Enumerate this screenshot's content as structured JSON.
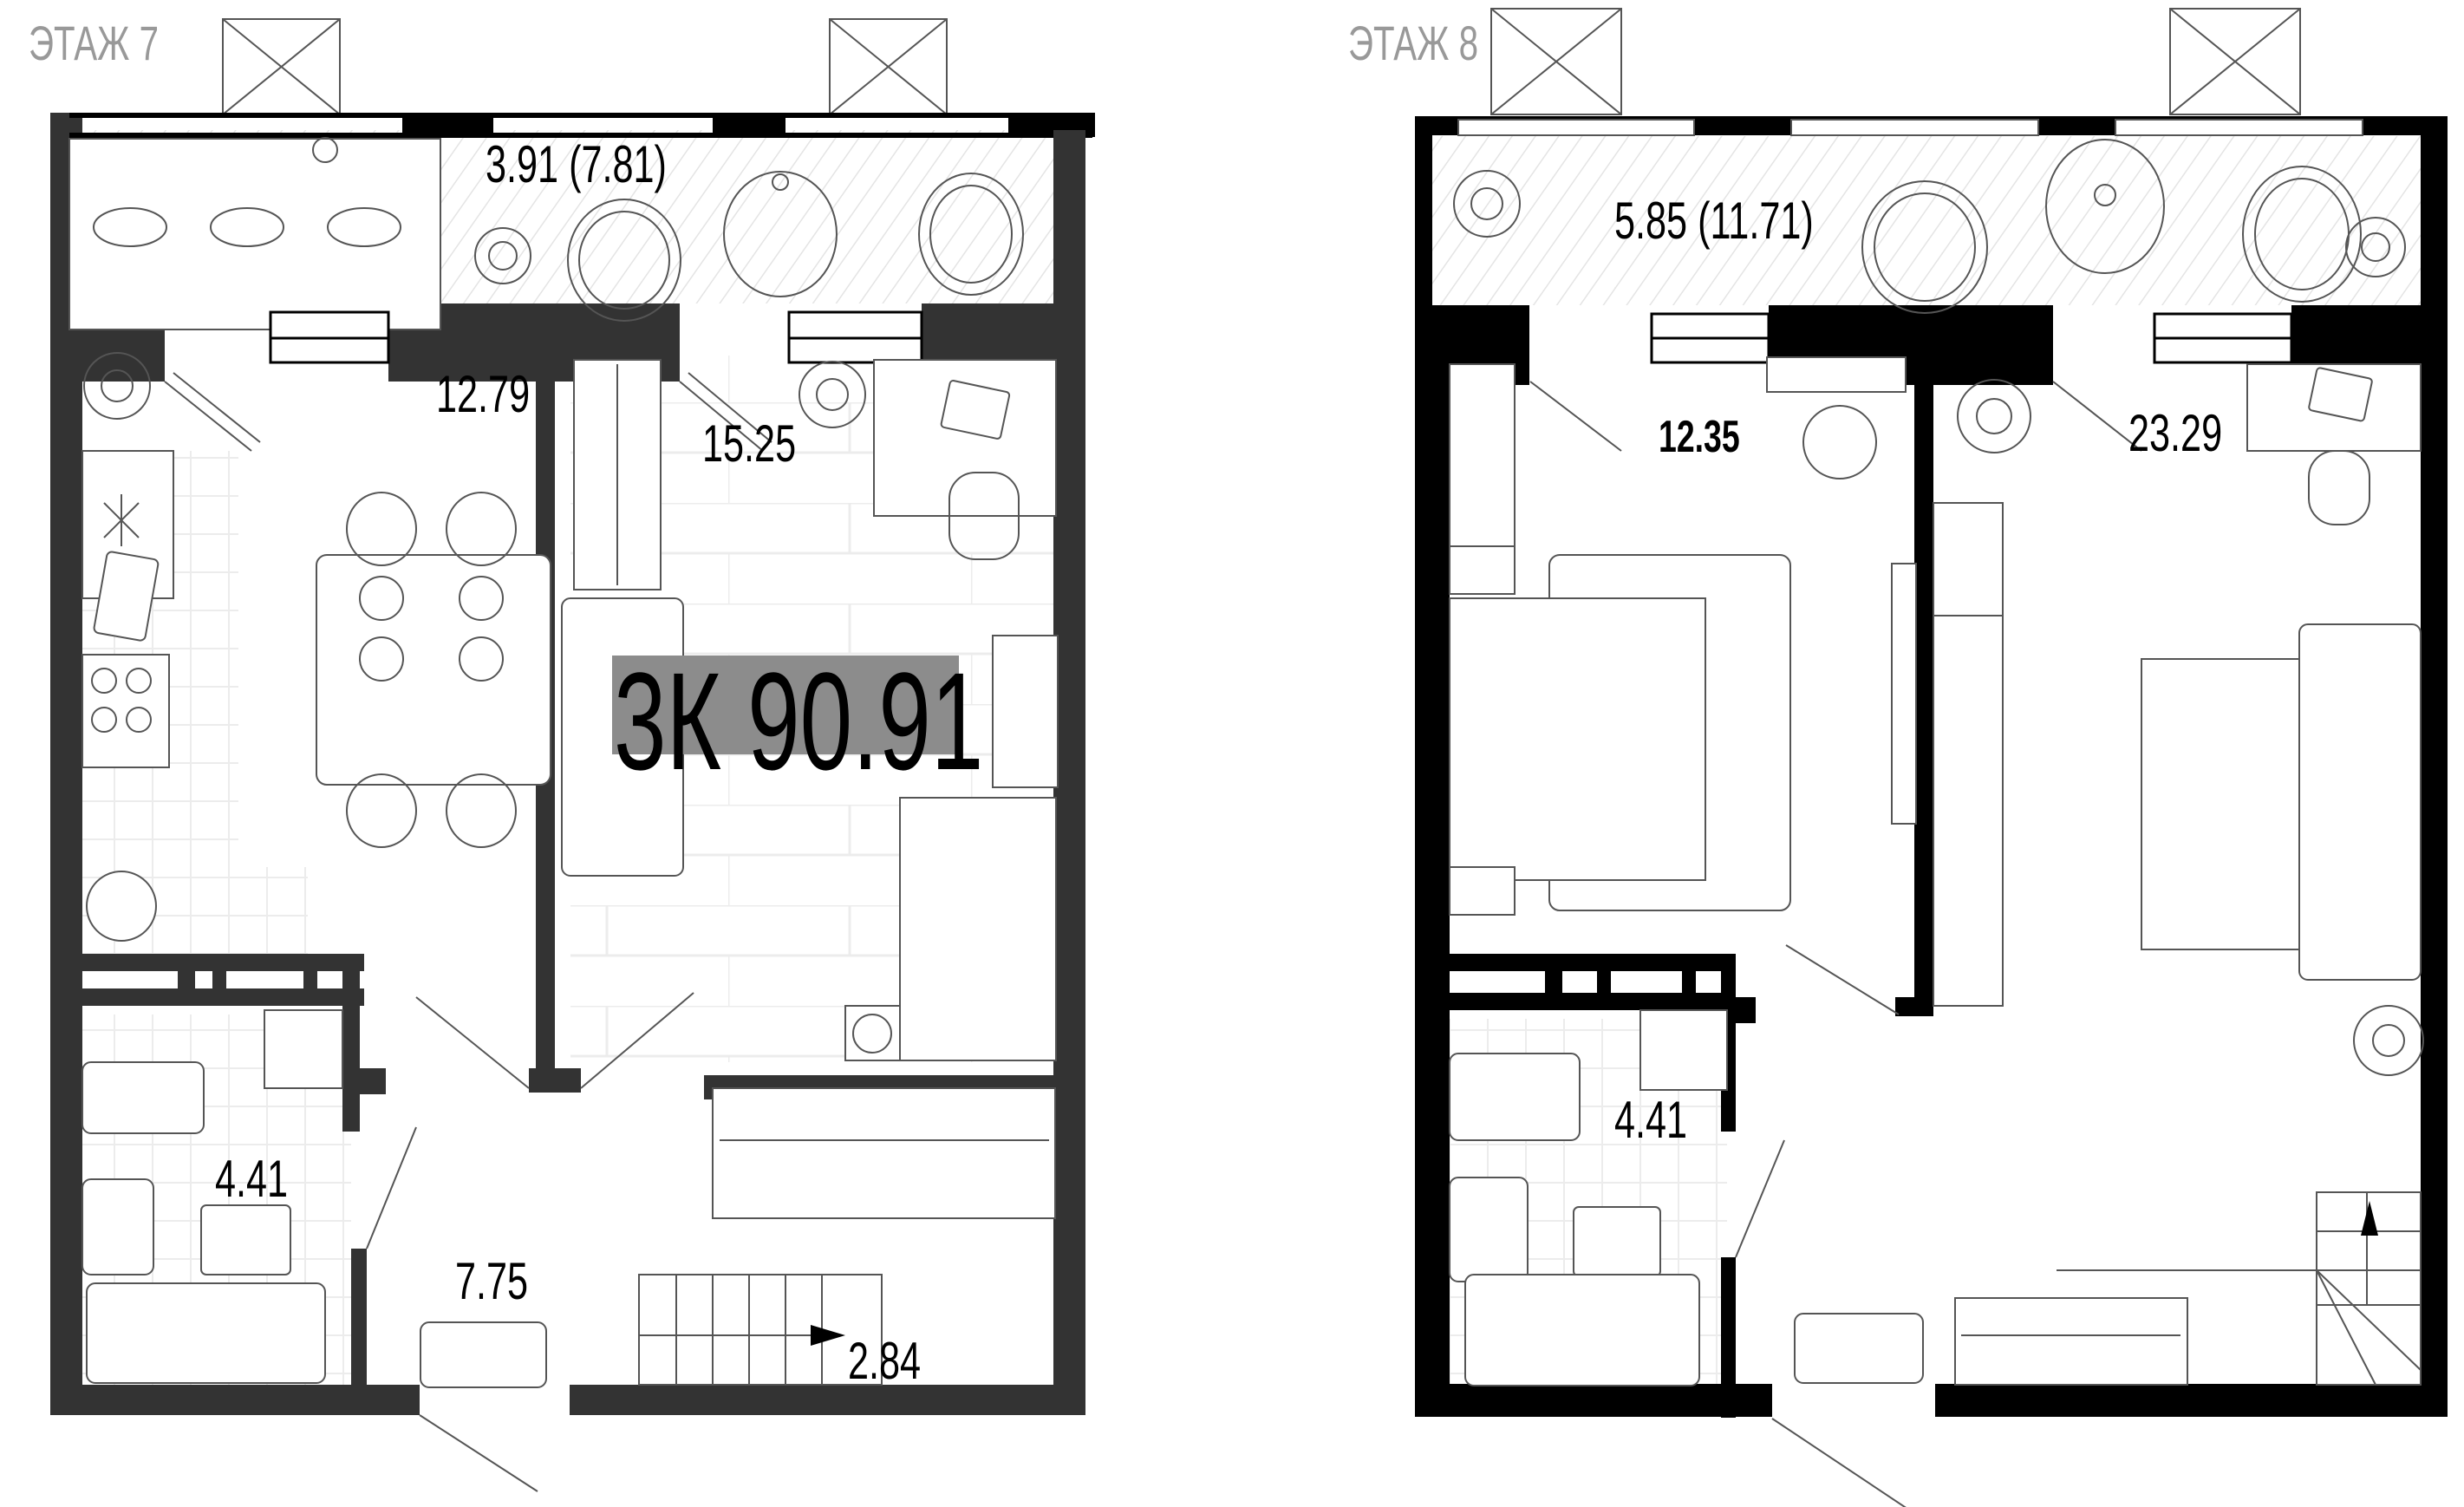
{
  "apartment": {
    "total_label": "3К 90.91",
    "rooms_count": "3К",
    "total_area": "90.91"
  },
  "floors": [
    {
      "label": "ЭТАЖ 7",
      "wall_color": "#333333",
      "rooms": [
        {
          "name": "loggia",
          "area": "3.91 (7.81)"
        },
        {
          "name": "kitchen",
          "area": "12.79"
        },
        {
          "name": "living-room",
          "area": "15.25"
        },
        {
          "name": "bathroom",
          "area": "4.41"
        },
        {
          "name": "hallway",
          "area": "7.75"
        },
        {
          "name": "stairs",
          "area": "2.84"
        }
      ]
    },
    {
      "label": "ЭТАЖ 8",
      "wall_color": "#000000",
      "rooms": [
        {
          "name": "loggia",
          "area": "5.85 (11.71)"
        },
        {
          "name": "bedroom",
          "area": "12.35"
        },
        {
          "name": "bedroom-large",
          "area": "23.29"
        },
        {
          "name": "bathroom",
          "area": "4.41"
        }
      ]
    }
  ],
  "colors": {
    "label_gray": "#999999",
    "highlight_gray": "#8c8c8c",
    "hatch": "#e6e6e6",
    "tile": "#e8e8e8"
  }
}
